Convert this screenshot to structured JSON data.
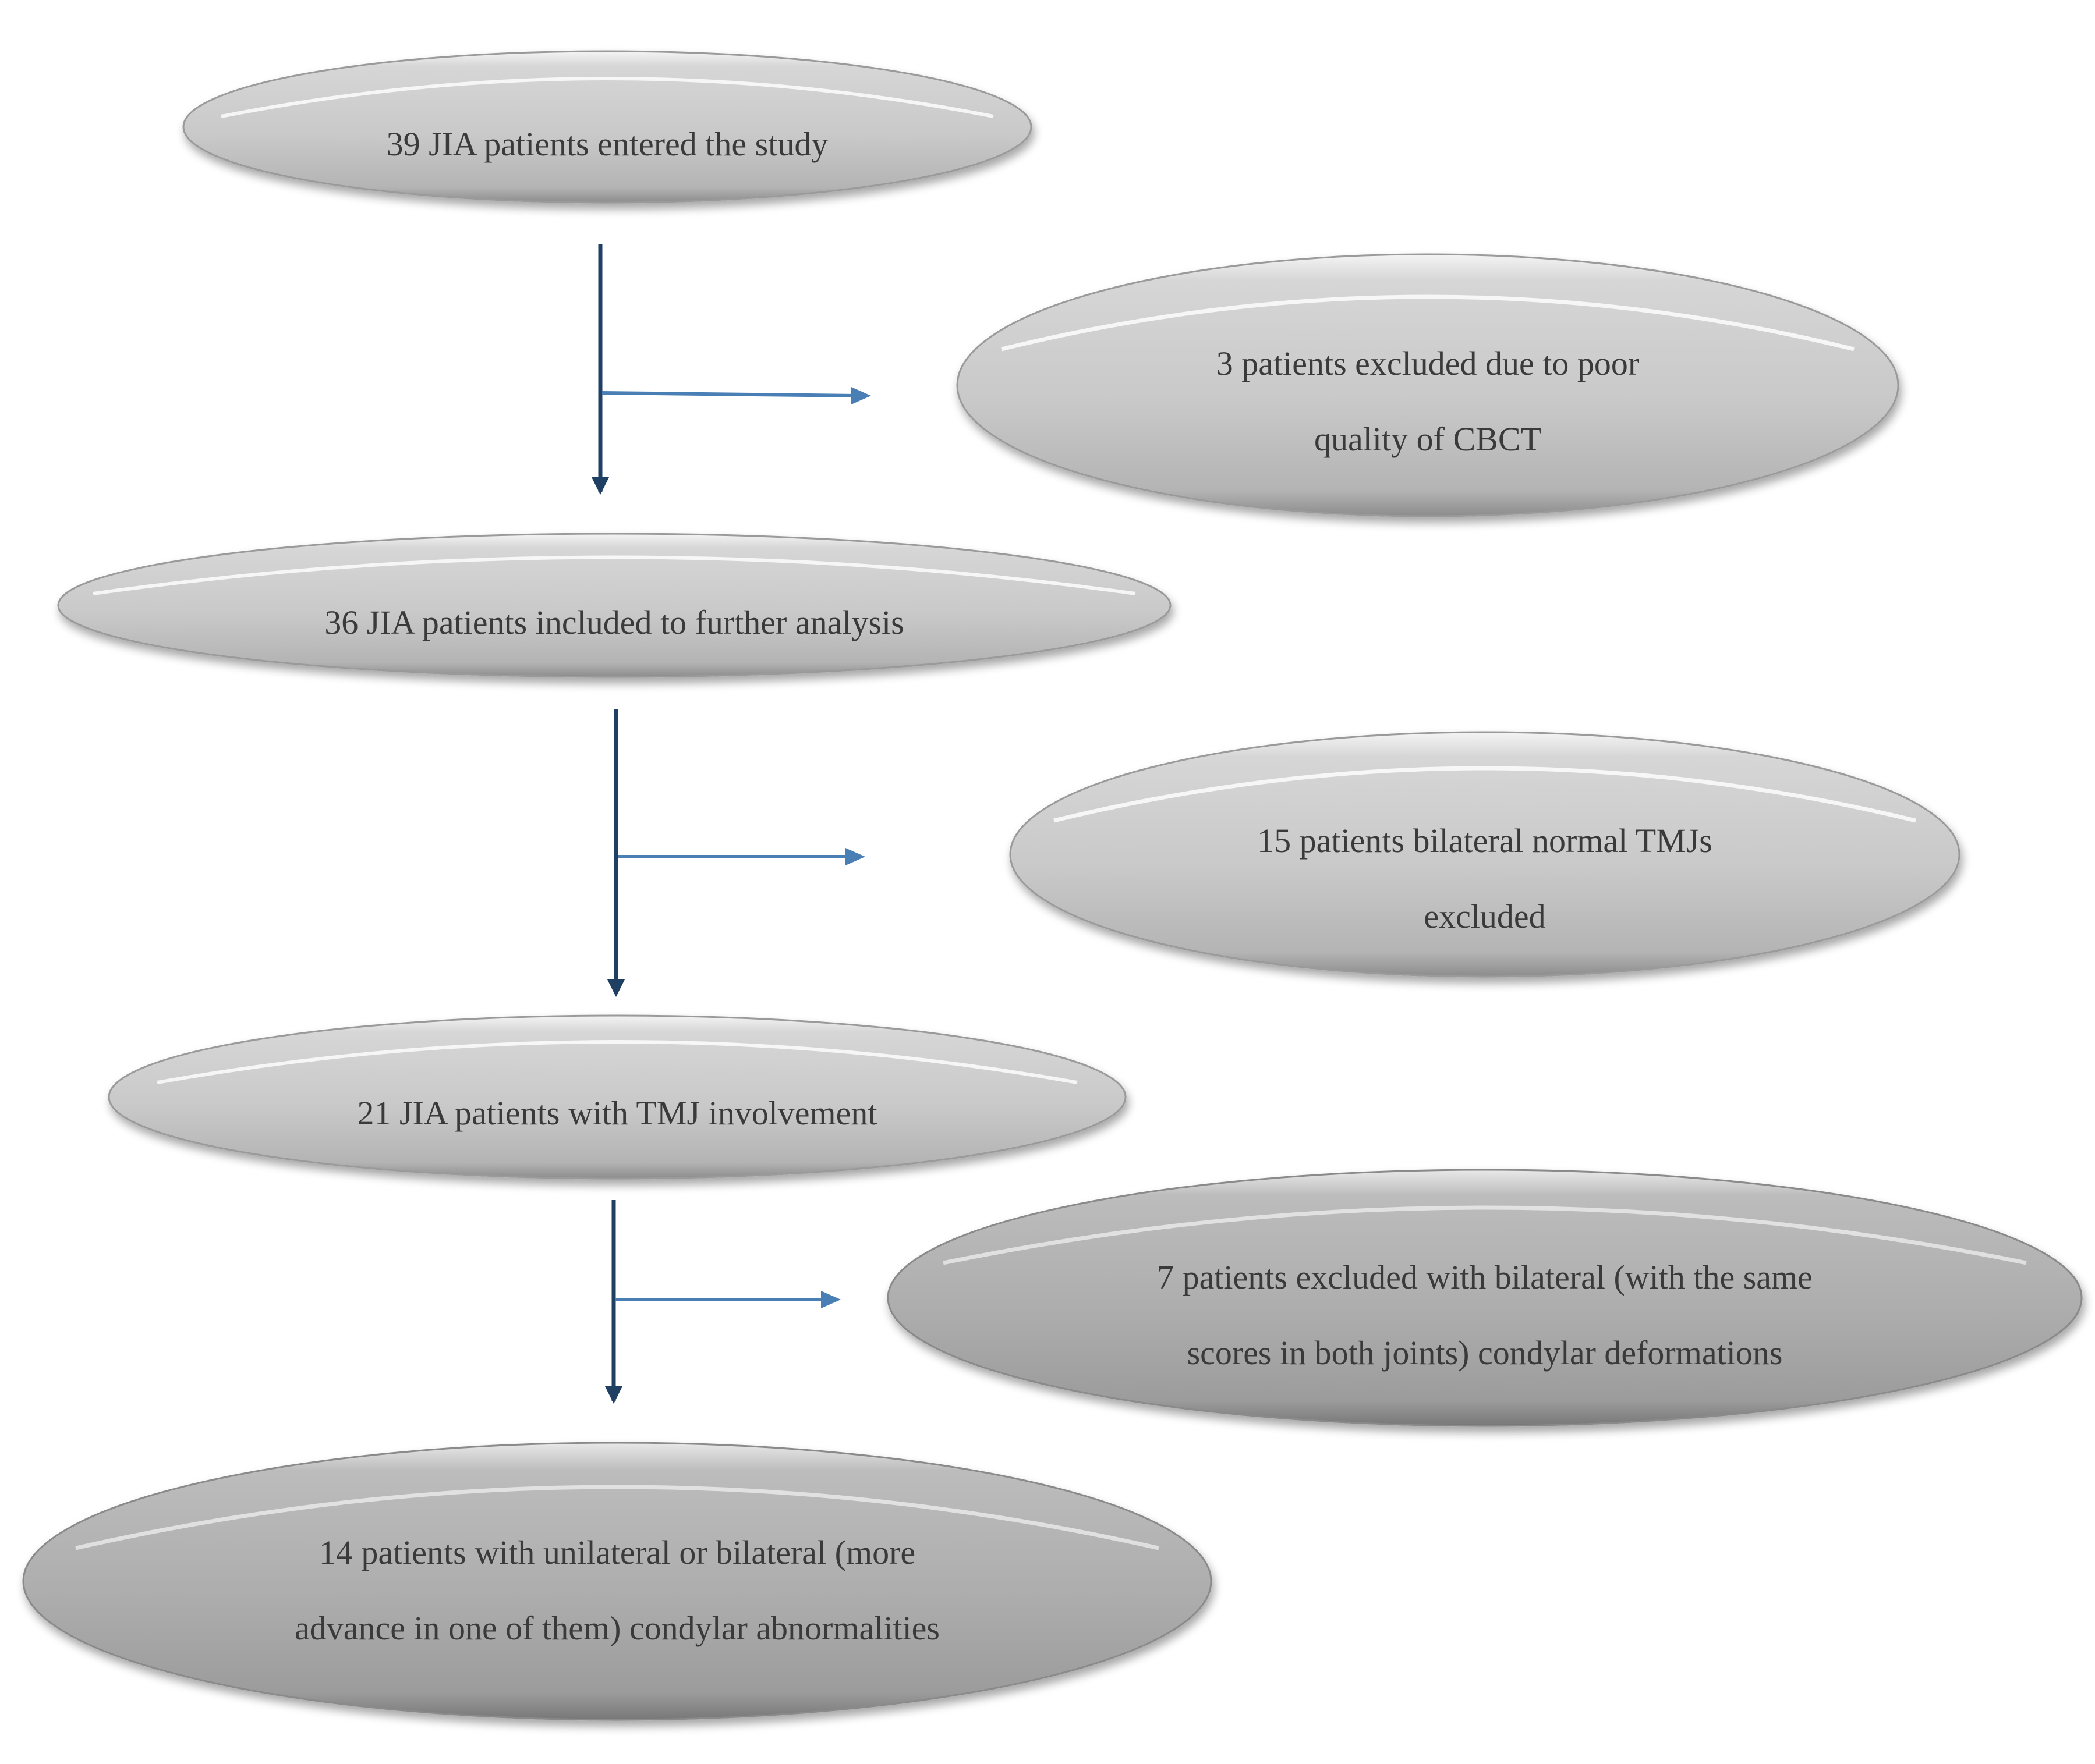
{
  "colors": {
    "ellipse_light": "#cbcbcb",
    "ellipse_dark": "#b0b0b0",
    "arrow_main": "#1f3f63",
    "arrow_branch": "#4a7fb5",
    "text": "#3a3a3a"
  },
  "nodes": {
    "n1": {
      "lines": [
        "39 JIA patients entered the study"
      ]
    },
    "x1": {
      "lines": [
        "3 patients excluded due to poor",
        "quality of CBCT"
      ]
    },
    "n2": {
      "lines": [
        "36 JIA patients included to further analysis"
      ]
    },
    "x2": {
      "lines": [
        "15 patients bilateral normal TMJs",
        "excluded"
      ]
    },
    "n3": {
      "lines": [
        "21 JIA patients with TMJ involvement"
      ]
    },
    "x3": {
      "lines": [
        "7 patients excluded with bilateral (with the same",
        "scores in both joints) condylar deformations"
      ]
    },
    "n4": {
      "lines": [
        "14 patients with unilateral or bilateral (more",
        "advance in one of them) condylar abnormalities"
      ]
    }
  }
}
